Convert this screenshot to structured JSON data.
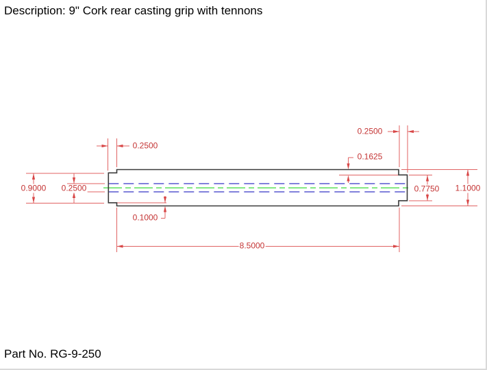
{
  "header": {
    "description": "Description: 9\" Cork rear casting grip with tennons"
  },
  "footer": {
    "part_no": "Part No. RG-9-250"
  },
  "drawing": {
    "type": "technical-drawing",
    "view": "side-profile-of-cylindrical-grip-with-end-tenons",
    "units": "inches",
    "part_geometry": {
      "body_length": 8.5,
      "body_diameter": 1.1,
      "left_tenon_length": 0.25,
      "left_tenon_diameter": 0.9,
      "right_tenon_length": 0.25,
      "right_tenon_diameter": 0.775,
      "bore_diameter": 0.25,
      "left_step_height": 0.1,
      "right_step_height": 0.1625
    },
    "dimensions": {
      "left_tenon_length": "0.2500",
      "right_tenon_length": "0.2500",
      "right_step": "0.1625",
      "left_tenon_dia": "0.9000",
      "bore_dia": "0.2500",
      "right_tenon_dia": "0.7750",
      "body_dia": "1.1000",
      "left_step": "0.1000",
      "body_length": "8.5000"
    },
    "colors": {
      "dimension_text_red": "#c43434",
      "dimension_line_red": "#e06262",
      "arrow_red": "#d84848",
      "hidden_line_blue": "#6e6ed6",
      "center_line_green": "#77e577",
      "outline_black": "#3a3a3a",
      "page_border_gray": "#d9d9d9"
    }
  }
}
